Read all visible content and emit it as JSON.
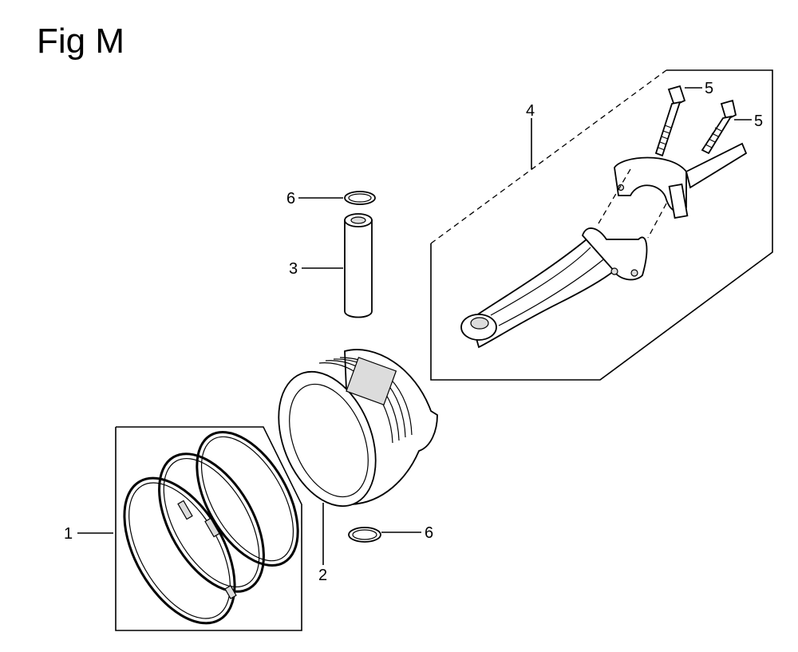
{
  "figure": {
    "title": "Fig M"
  },
  "callouts": {
    "ring_set": "1",
    "piston": "2",
    "piston_pin": "3",
    "connecting_rod": "4",
    "bolt_left": "5",
    "bolt_right": "5",
    "clip_top": "6",
    "clip_bottom": "6"
  }
}
